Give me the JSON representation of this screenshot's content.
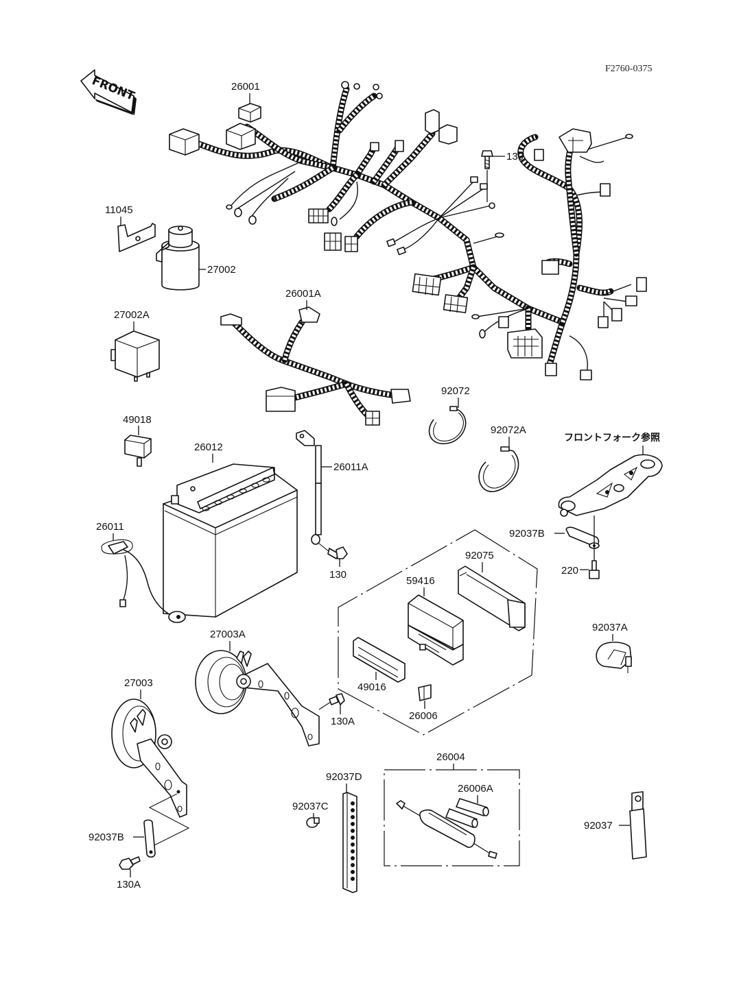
{
  "diagram": {
    "title": "Chassis Electrical Equipment",
    "reference_code": "F2760-0375",
    "front_indicator": "FRONT",
    "note_front_fork": "フロントフォーク参照",
    "parts": [
      {
        "id": "harness-main",
        "label": "26001"
      },
      {
        "id": "harness-sub",
        "label": "26001A"
      },
      {
        "id": "bracket",
        "label": "11045"
      },
      {
        "id": "relay-cyl",
        "label": "27002"
      },
      {
        "id": "relay-box",
        "label": "27002A"
      },
      {
        "id": "cover-small",
        "label": "49018"
      },
      {
        "id": "battery",
        "label": "26012"
      },
      {
        "id": "lead-battery",
        "label": "26011A"
      },
      {
        "id": "bolt-130-a",
        "label": "130"
      },
      {
        "id": "bolt-130-b",
        "label": "130"
      },
      {
        "id": "lead-ground",
        "label": "26011"
      },
      {
        "id": "band",
        "label": "92072"
      },
      {
        "id": "band-a",
        "label": "92072A"
      },
      {
        "id": "clamp-b-fork",
        "label": "92037B"
      },
      {
        "id": "screw-220",
        "label": "220"
      },
      {
        "id": "damper",
        "label": "92075"
      },
      {
        "id": "junction-box",
        "label": "59416"
      },
      {
        "id": "cover-jb",
        "label": "49016"
      },
      {
        "id": "fuse",
        "label": "26006"
      },
      {
        "id": "clamp-a",
        "label": "92037A"
      },
      {
        "id": "horn-a",
        "label": "27003A"
      },
      {
        "id": "horn",
        "label": "27003"
      },
      {
        "id": "bolt-130a-1",
        "label": "130A"
      },
      {
        "id": "bolt-130a-2",
        "label": "130A"
      },
      {
        "id": "clamp-b-horn",
        "label": "92037B"
      },
      {
        "id": "clamp-d",
        "label": "92037D"
      },
      {
        "id": "clamp-c",
        "label": "92037C"
      },
      {
        "id": "fuse-kit",
        "label": "26004"
      },
      {
        "id": "fuse-spare",
        "label": "26006A"
      },
      {
        "id": "clamp",
        "label": "92037"
      }
    ]
  }
}
